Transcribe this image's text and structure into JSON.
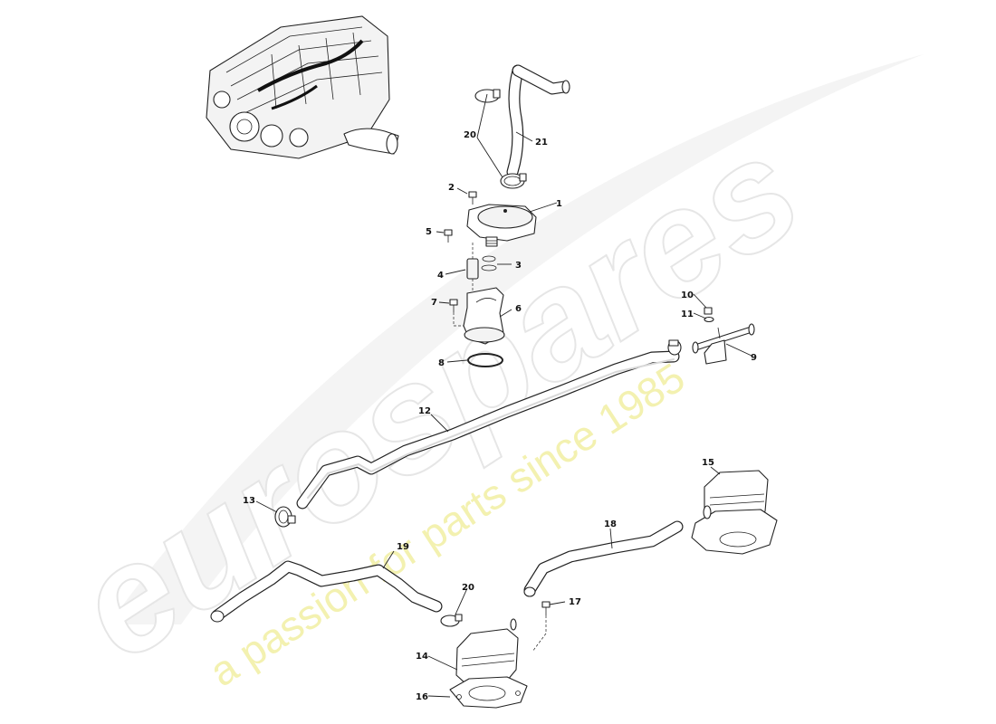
{
  "watermark": {
    "brand": "eurospares",
    "tagline": "a passion for parts since 1985"
  },
  "callouts": [
    "1",
    "2",
    "3",
    "4",
    "5",
    "6",
    "7",
    "8",
    "9",
    "10",
    "11",
    "12",
    "13",
    "14",
    "15",
    "16",
    "17",
    "18",
    "19",
    "20",
    "20",
    "21"
  ]
}
